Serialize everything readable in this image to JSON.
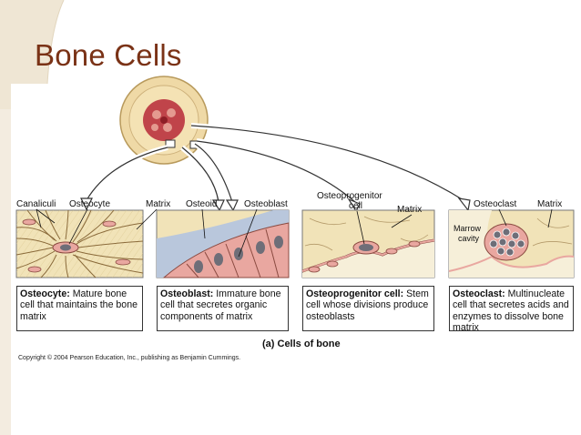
{
  "slide": {
    "title": "Bone Cells"
  },
  "labels": {
    "canaliculi": "Canaliculi",
    "osteocyte": "Osteocyte",
    "matrix1": "Matrix",
    "osteoid": "Osteoid",
    "osteoblast": "Osteoblast",
    "osteoprogenitor_line1": "Osteoprogenitor",
    "osteoprogenitor_line2": "cell",
    "matrix2": "Matrix",
    "osteoclast": "Osteoclast",
    "matrix3": "Matrix",
    "marrow_line1": "Marrow",
    "marrow_line2": "cavity"
  },
  "descriptions": [
    {
      "term": "Osteocyte:",
      "text": " Mature bone cell that maintains the bone matrix"
    },
    {
      "term": "Osteoblast:",
      "text": " Immature bone cell that secretes organic components of matrix"
    },
    {
      "term": "Osteoprogenitor cell:",
      "text": " Stem cell whose divisions produce osteoblasts"
    },
    {
      "term": "Osteoclast:",
      "text": " Multinucleate cell that secretes acids and enzymes to dissolve bone matrix"
    }
  ],
  "caption": "(a) Cells of bone",
  "copyright": "Copyright © 2004 Pearson Education, Inc., publishing as Benjamin Cummings.",
  "colors": {
    "title": "#7a3216",
    "bone": "#f1e3b8",
    "cell_pink": "#e9a7a0",
    "nucleus": "#6e6e78",
    "osteoid_blue": "#b9c7dc"
  }
}
